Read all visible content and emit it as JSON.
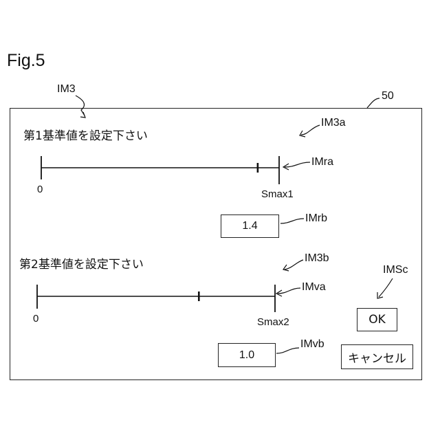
{
  "figure": {
    "title": "Fig.5"
  },
  "refs": {
    "screen": "IM3",
    "device": "50",
    "prompt1": "IM3a",
    "slider1": "IMra",
    "value1": "IMrb",
    "prompt2": "IM3b",
    "slider2": "IMva",
    "value2": "IMvb",
    "buttons": "IMSc"
  },
  "dialog": {
    "setting1": {
      "prompt": "第1基準値を設定下さい",
      "min_label": "0",
      "max_label": "Smax1",
      "value": "1.4",
      "slider_fraction": 0.91
    },
    "setting2": {
      "prompt": "第2基準値を設定下さい",
      "min_label": "0",
      "max_label": "Smax2",
      "value": "1.0",
      "slider_fraction": 0.68
    },
    "ok_label": "OK",
    "cancel_label": "キャンセル"
  }
}
